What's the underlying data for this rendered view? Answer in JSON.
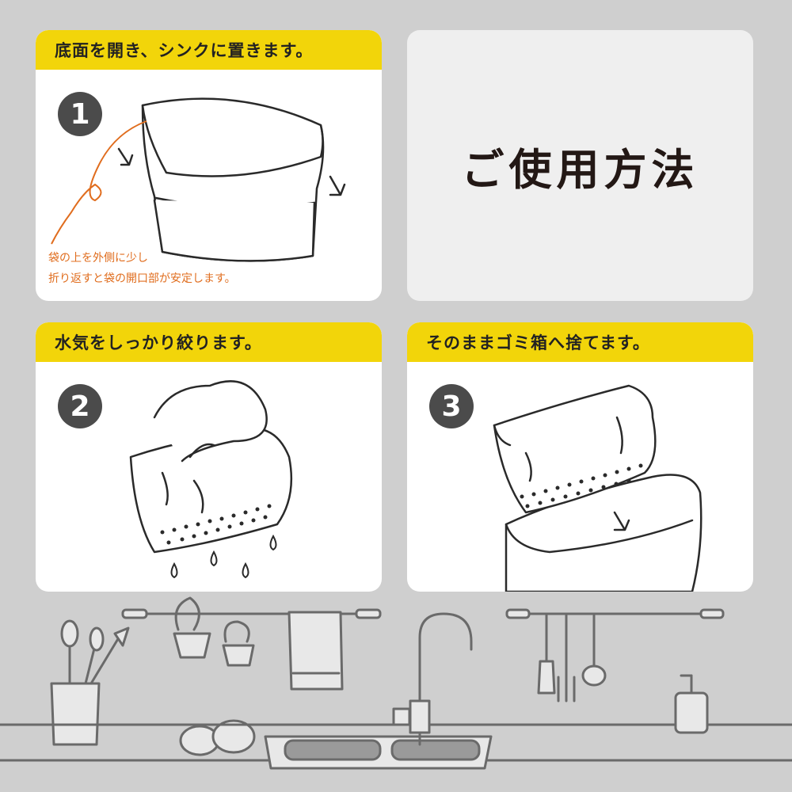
{
  "title": "ご使用方法",
  "steps": [
    {
      "number": "1",
      "header": "底面を開き、シンクに置きます。",
      "note_line1": "袋の上を外側に少し",
      "note_line2": "折り返すと袋の開口部が安定します。"
    },
    {
      "number": "2",
      "header": "水気をしっかり絞ります。"
    },
    {
      "number": "3",
      "header": "そのままゴミ箱へ捨てます。"
    }
  ],
  "colors": {
    "header_yellow": "#f2d50a",
    "note_orange": "#e06d1e",
    "badge_gray": "#4b4b4b",
    "background": "#cfcfcf"
  }
}
